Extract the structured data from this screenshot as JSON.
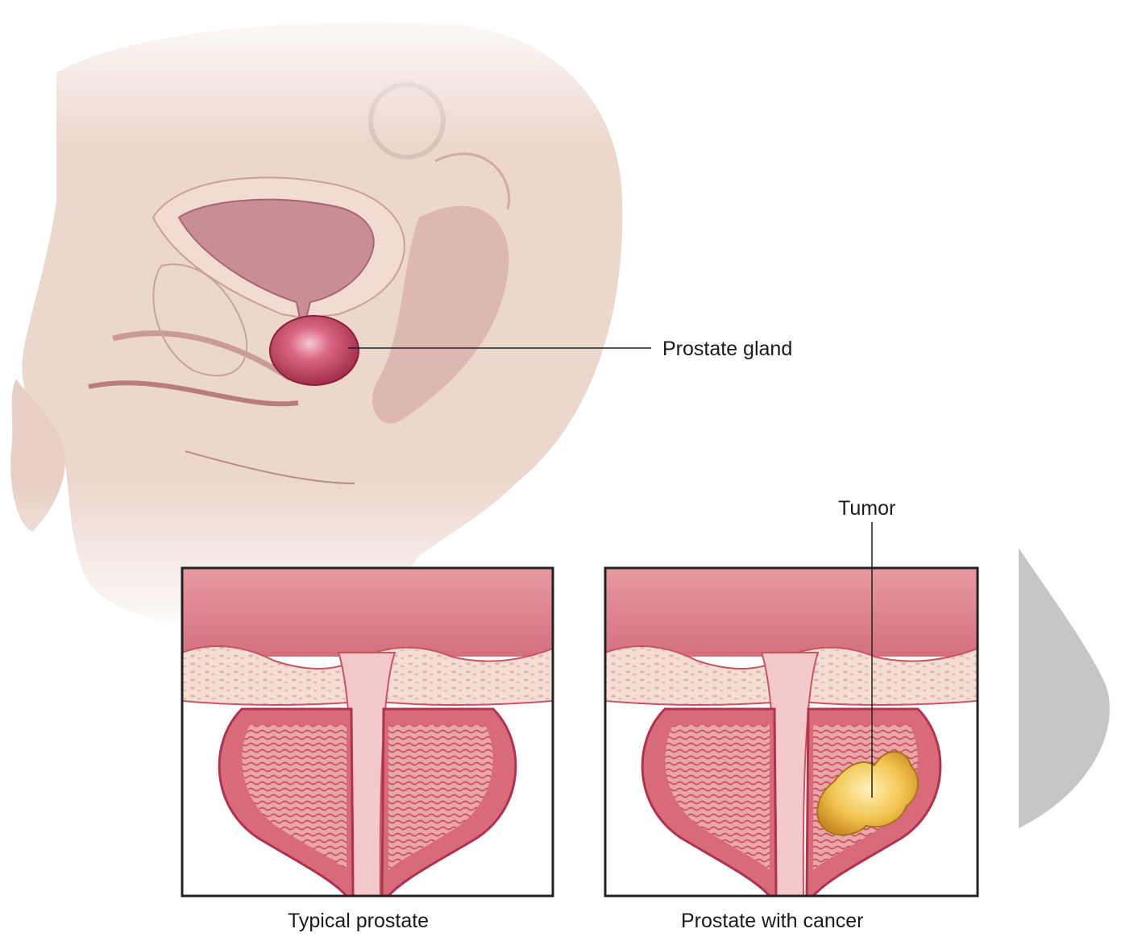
{
  "labels": {
    "prostate_gland": "Prostate gland",
    "tumor": "Tumor",
    "typical_caption": "Typical prostate",
    "cancer_caption": "Prostate with cancer"
  },
  "colors": {
    "skin": "#ecd7cd",
    "bladder": "#c98e95",
    "prostate": "#c74a66",
    "tissue": "#d86a7a",
    "tissue_dark": "#b0324f",
    "tumor": "#f0c34d",
    "scroll_shape": "#c6c6c6"
  }
}
